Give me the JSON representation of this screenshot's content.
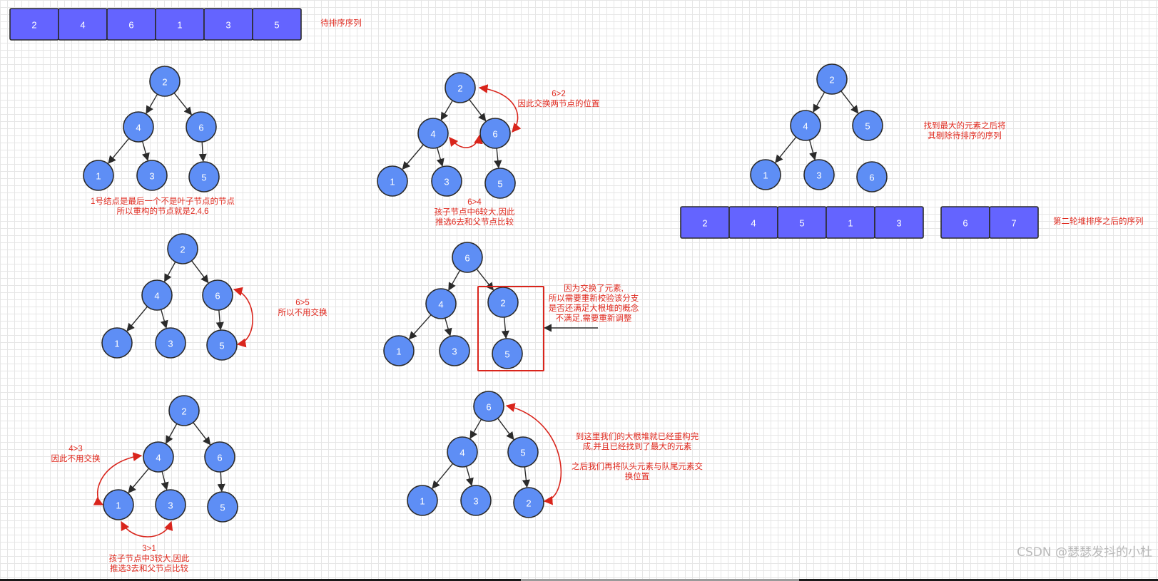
{
  "arrays": [
    {
      "id": "unsorted",
      "cells": [
        "2",
        "4",
        "6",
        "1",
        "3",
        "5"
      ],
      "label": "待排序序列"
    },
    {
      "id": "after-round",
      "cells": [
        "2",
        "4",
        "5",
        "1",
        "3"
      ],
      "tail": [
        "6",
        "7"
      ],
      "label": "第二轮堆排序之后的序列"
    }
  ],
  "trees": [
    {
      "id": "t1",
      "nodes": [
        "2",
        "4",
        "6",
        "1",
        "3",
        "5"
      ]
    },
    {
      "id": "t2",
      "nodes": [
        "2",
        "4",
        "6",
        "1",
        "3",
        "5"
      ]
    },
    {
      "id": "t3",
      "nodes": [
        "2",
        "4",
        "6",
        "1",
        "3",
        "5"
      ]
    },
    {
      "id": "t4",
      "nodes": [
        "2",
        "4",
        "6",
        "1",
        "3",
        "5"
      ]
    },
    {
      "id": "t5",
      "nodes": [
        "6",
        "4",
        "2",
        "1",
        "3",
        "5"
      ]
    },
    {
      "id": "t6",
      "nodes": [
        "6",
        "4",
        "5",
        "1",
        "3",
        "2"
      ]
    },
    {
      "id": "t7",
      "nodes": [
        "2",
        "4",
        "5",
        "1",
        "3",
        "6"
      ]
    }
  ],
  "notes": {
    "t1_caption": "1号结点是最后一个不是叶子节点的节点\n所以重构的节点就是2,4,6",
    "t2_swap": "6>2\n因此交换两节点的位置",
    "t2_caption": "6>4\n孩子节点中6较大,因此\n推选6去和父节点比较",
    "t3_note": "6>5\n所以不用交换",
    "t4_note_left": "4>3\n因此不用交换",
    "t4_caption": "3>1\n孩子节点中3较大,因此\n推选3去和父节点比较",
    "t5_note": "因为交换了元素,\n所以需要重新校验该分支\n是否还满足大根堆的概念\n不满足,需要重新调整",
    "t6_note": "到这里我们的大根堆就已经重构完\n成,并且已经找到了最大的元素\n\n之后我们再将队头元素与队尾元素交\n换位置",
    "t7_note": "找到最大的元素之后将\n其剔除待排序的序列"
  },
  "watermark": "CSDN @瑟瑟发抖的小杜",
  "colors": {
    "node_fill": "#5e8ef5",
    "cell_fill": "#6464ff",
    "annotation": "#e02a1f",
    "grid": "#e6e6e6"
  }
}
